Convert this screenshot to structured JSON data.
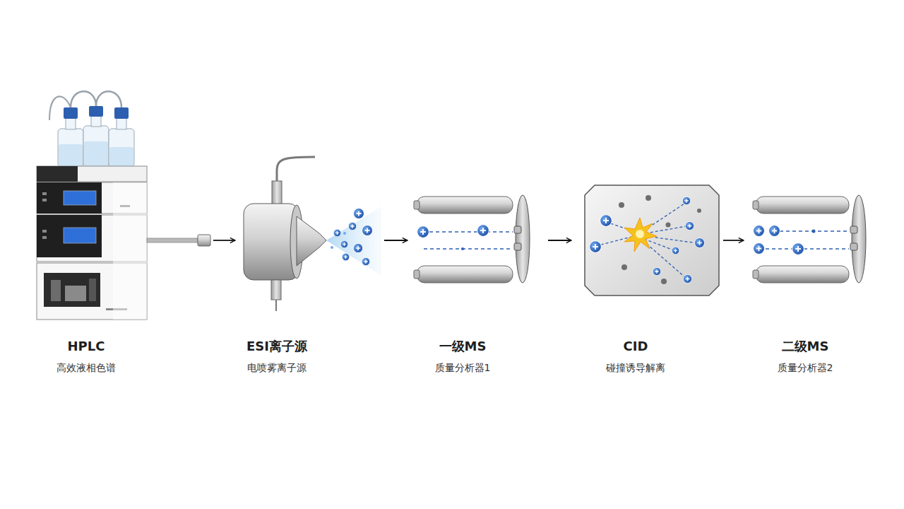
{
  "diagram": {
    "nodes": [
      {
        "text": [
          "HPLC",
          "高效液相色谱"
        ]
      },
      {
        "text": [
          "ESI离子源",
          "电喷雾离子源"
        ]
      },
      {
        "text": [
          "一级MS",
          "质量分析器1"
        ]
      },
      {
        "text": [
          "CID",
          "碰撞诱导解离"
        ]
      },
      {
        "text": [
          "二级MS",
          "质量分析器2"
        ]
      }
    ],
    "edges": [
      {
        "from": 0,
        "to": 1,
        "arrow": "to"
      },
      {
        "from": 1,
        "to": 2,
        "arrow": "to"
      },
      {
        "from": 2,
        "to": 3,
        "arrow": "to"
      },
      {
        "from": 3,
        "to": 4,
        "arrow": "to"
      }
    ]
  }
}
